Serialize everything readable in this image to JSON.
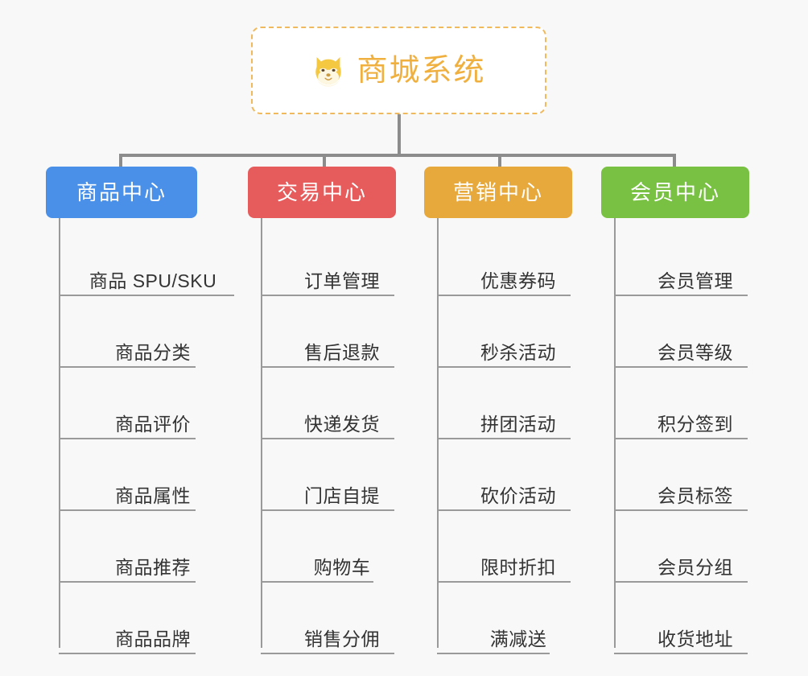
{
  "background_color": "#f8f8f8",
  "root": {
    "icon": "shiba-dog-emoji",
    "title": "商城系统",
    "border_color": "#f0b95c",
    "text_color": "#f0b040",
    "background": "#ffffff"
  },
  "connector_color": "#8c8c8c",
  "columns": [
    {
      "id": "product-center",
      "header": "商品中心",
      "color": "#4a90e8",
      "items": [
        {
          "label": "商品 SPU/SKU",
          "wide": true
        },
        {
          "label": "商品分类",
          "wide": false
        },
        {
          "label": "商品评价",
          "wide": false
        },
        {
          "label": "商品属性",
          "wide": false
        },
        {
          "label": "商品推荐",
          "wide": false
        },
        {
          "label": "商品品牌",
          "wide": false
        }
      ]
    },
    {
      "id": "trade-center",
      "header": "交易中心",
      "color": "#e65c5c",
      "items": [
        {
          "label": "订单管理",
          "wide": true
        },
        {
          "label": "售后退款",
          "wide": true
        },
        {
          "label": "快递发货",
          "wide": true
        },
        {
          "label": "门店自提",
          "wide": true
        },
        {
          "label": "购物车",
          "wide": false
        },
        {
          "label": "销售分佣",
          "wide": true
        }
      ]
    },
    {
      "id": "marketing-center",
      "header": "营销中心",
      "color": "#e8a93c",
      "items": [
        {
          "label": "优惠券码",
          "wide": true
        },
        {
          "label": "秒杀活动",
          "wide": true
        },
        {
          "label": "拼团活动",
          "wide": true
        },
        {
          "label": "砍价活动",
          "wide": true
        },
        {
          "label": "限时折扣",
          "wide": true
        },
        {
          "label": "满减送",
          "wide": false
        }
      ]
    },
    {
      "id": "member-center",
      "header": "会员中心",
      "color": "#78c142",
      "items": [
        {
          "label": "会员管理",
          "wide": true
        },
        {
          "label": "会员等级",
          "wide": true
        },
        {
          "label": "积分签到",
          "wide": true
        },
        {
          "label": "会员标签",
          "wide": true
        },
        {
          "label": "会员分组",
          "wide": true
        },
        {
          "label": "收货地址",
          "wide": true
        }
      ]
    }
  ]
}
